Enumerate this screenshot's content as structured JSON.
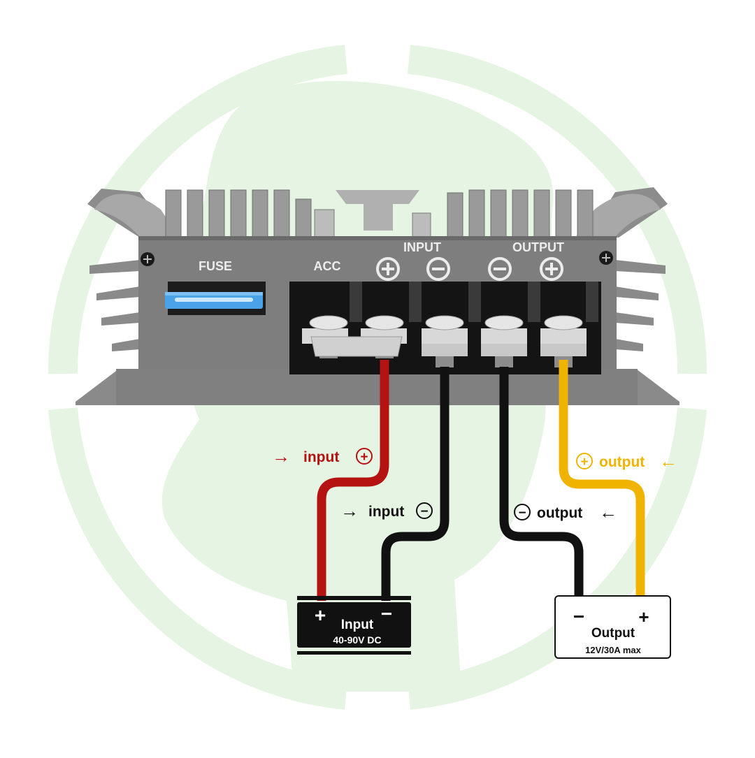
{
  "panel": {
    "fuse_label": "FUSE",
    "acc_label": "ACC",
    "input_label": "INPUT",
    "output_label": "OUTPUT",
    "terminal_symbols": [
      "+",
      "−",
      "−",
      "+"
    ]
  },
  "wires": {
    "input_pos": {
      "arrow": "→",
      "text": "input",
      "sign": "+",
      "color": "#b51212"
    },
    "input_neg": {
      "arrow": "→",
      "text": "input",
      "sign": "−",
      "color": "#111111"
    },
    "output_pos": {
      "arrow": "←",
      "text": "output",
      "sign": "+",
      "color": "#f0b400"
    },
    "output_neg": {
      "arrow": "←",
      "text": "output",
      "sign": "−",
      "color": "#111111"
    }
  },
  "source": {
    "title": "Input",
    "spec": "40-90V DC",
    "plus": "+",
    "minus": "−"
  },
  "load": {
    "title": "Output",
    "spec": "12V/30A max",
    "plus": "+",
    "minus": "−"
  },
  "colors": {
    "watermark": "#e6f4e3",
    "housing": "#7e7e7e",
    "fuse": "#4aa3e8"
  }
}
